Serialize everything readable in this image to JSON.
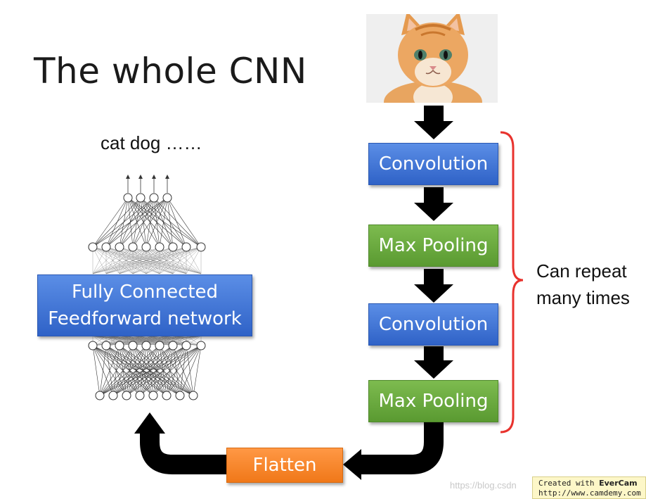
{
  "slide": {
    "title": "The whole CNN",
    "outputs_label": "cat dog ……",
    "fc_block": {
      "line1": "Fully Connected",
      "line2": "Feedforward network"
    },
    "pipeline": [
      {
        "label": "Convolution",
        "kind": "convolution"
      },
      {
        "label": "Max Pooling",
        "kind": "pooling"
      },
      {
        "label": "Convolution",
        "kind": "convolution"
      },
      {
        "label": "Max Pooling",
        "kind": "pooling"
      }
    ],
    "flatten_label": "Flatten",
    "repeat_note": {
      "line1": "Can repeat",
      "line2": "many times"
    },
    "colors": {
      "convolution": "#2f62c7",
      "pooling": "#5a9a31",
      "flatten": "#f07819",
      "brace": "#e8322d",
      "arrow": "#000000"
    }
  },
  "watermark": {
    "url": "https://blog.csdn",
    "evercam_line1_prefix": "Created with ",
    "evercam_brand": "EverCam",
    "evercam_line2": "http://www.camdemy.com"
  }
}
